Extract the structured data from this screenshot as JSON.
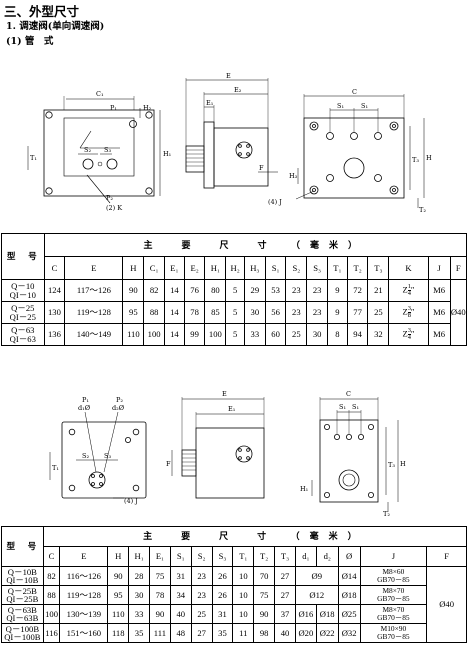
{
  "section_title": "三、外型尺寸",
  "subsection_title": "1. 调速阀(单向调速阀)",
  "mount_title": "(1) 管　式",
  "drawing1": {
    "labels": {
      "C1": "C₁",
      "P1": "P₁",
      "H2": "H₂",
      "H1": "H₁",
      "T1": "T₁",
      "S2": "S₂",
      "S3": "S₃",
      "P2": "P₂",
      "K": "(2) K",
      "E": "E",
      "E2": "E₂",
      "E1": "E₁",
      "F": "F",
      "C": "C",
      "S1a": "S₁",
      "S1b": "S₁",
      "T3": "T₃",
      "H": "H",
      "H3": "H₃",
      "T2": "T₂",
      "J": "(4) J"
    }
  },
  "table1": {
    "model_header": "型　号",
    "group_header": "主　要　尺　寸　（毫米）",
    "columns": [
      "C",
      "E",
      "H",
      "C₁",
      "E₁",
      "E₂",
      "H₁",
      "H₂",
      "H₃",
      "S₁",
      "S₂",
      "S₃",
      "T₁",
      "T₂",
      "T₃",
      "K",
      "J",
      "F"
    ],
    "rows": [
      {
        "model1": "Q－10",
        "model2": "QI－10",
        "values": [
          "124",
          "117～126",
          "90",
          "82",
          "14",
          "76",
          "80",
          "5",
          "29",
          "53",
          "23",
          "23",
          "9",
          "72",
          "21"
        ],
        "k_prefix": "Z",
        "k_num": "1",
        "k_den": "4",
        "k_suffix": "″",
        "j": "M6"
      },
      {
        "model1": "Q－25",
        "model2": "QI－25",
        "values": [
          "130",
          "119～128",
          "95",
          "88",
          "14",
          "78",
          "85",
          "5",
          "30",
          "56",
          "23",
          "23",
          "9",
          "77",
          "25"
        ],
        "k_prefix": "Z",
        "k_num": "3",
        "k_den": "8",
        "k_suffix": "″",
        "j": "M6"
      },
      {
        "model1": "Q－63",
        "model2": "QI－63",
        "values": [
          "136",
          "140～149",
          "110",
          "100",
          "14",
          "99",
          "100",
          "5",
          "33",
          "60",
          "25",
          "30",
          "8",
          "94",
          "32"
        ],
        "k_prefix": "Z",
        "k_num": "3",
        "k_den": "4",
        "k_suffix": "″",
        "j": "M6"
      }
    ],
    "f_value": "Ø40"
  },
  "drawing2": {
    "labels": {
      "P1": "P₁",
      "d1": "d₁Ø",
      "P2": "P₂",
      "d2": "d₂Ø",
      "T1": "T₁",
      "S2": "S₂",
      "S3": "S₃",
      "J": "(4) J",
      "E": "E",
      "E1": "E₁",
      "F": "F",
      "C": "C",
      "S1a": "S₁",
      "S1b": "S₁",
      "T3": "T₃",
      "H": "H",
      "H1": "H₁",
      "T2": "T₂"
    }
  },
  "table2": {
    "model_header": "型　号",
    "group_header": "主　要　尺　寸　（毫米）",
    "columns": [
      "C",
      "E",
      "H",
      "H₁",
      "E₁",
      "S₁",
      "S₂",
      "S₃",
      "T₁",
      "T₂",
      "T₃",
      "d₁",
      "d₂",
      "Ø",
      "J",
      "F"
    ],
    "rows": [
      {
        "model1": "Q－10B",
        "model2": "QI－10B",
        "cells": [
          "82",
          "116～126",
          "90",
          "28",
          "75",
          "31",
          "23",
          "26",
          "10",
          "70",
          "27"
        ],
        "d_merged": "Ø9",
        "phi": "Ø14",
        "j1": "M8×60",
        "j2": "GB70－85"
      },
      {
        "model1": "Q－25B",
        "model2": "QI－25B",
        "cells": [
          "88",
          "119～128",
          "95",
          "30",
          "78",
          "34",
          "23",
          "26",
          "10",
          "75",
          "27"
        ],
        "d_merged": "Ø12",
        "phi": "Ø18",
        "j1": "M8×70",
        "j2": "GB70－85"
      },
      {
        "model1": "Q－63B",
        "model2": "QI－63B",
        "cells": [
          "100",
          "130～139",
          "110",
          "33",
          "90",
          "40",
          "25",
          "31",
          "10",
          "90",
          "37"
        ],
        "d1": "Ø16",
        "d2": "Ø18",
        "phi": "Ø25",
        "j1": "M8×70",
        "j2": "GB70－85"
      },
      {
        "model1": "Q－100B",
        "model2": "QI－100B",
        "cells": [
          "116",
          "151～160",
          "118",
          "35",
          "111",
          "48",
          "27",
          "35",
          "11",
          "98",
          "40"
        ],
        "d1": "Ø20",
        "d2": "Ø22",
        "phi": "Ø32",
        "j1": "M10×90",
        "j2": "GB70－85"
      }
    ],
    "f_value": "Ø40"
  }
}
